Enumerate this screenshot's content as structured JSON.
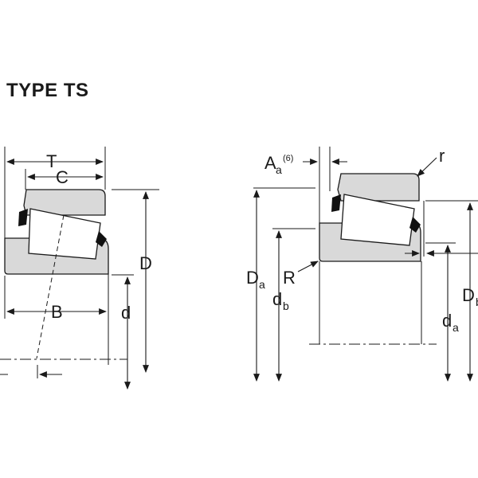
{
  "title": "TYPE TS",
  "left_diagram": {
    "labels": {
      "T": "T",
      "C": "C",
      "B": "B",
      "D": "D",
      "d": "d"
    }
  },
  "right_diagram": {
    "labels": {
      "A": "A",
      "A_sub": "a",
      "A_sup": "(6)",
      "r": "r",
      "R": "R",
      "Da": "D",
      "Da_sub": "a",
      "db": "d",
      "db_sub": "b",
      "da": "d",
      "da_sub": "a",
      "Db": "D",
      "Db_sub": "b"
    }
  }
}
